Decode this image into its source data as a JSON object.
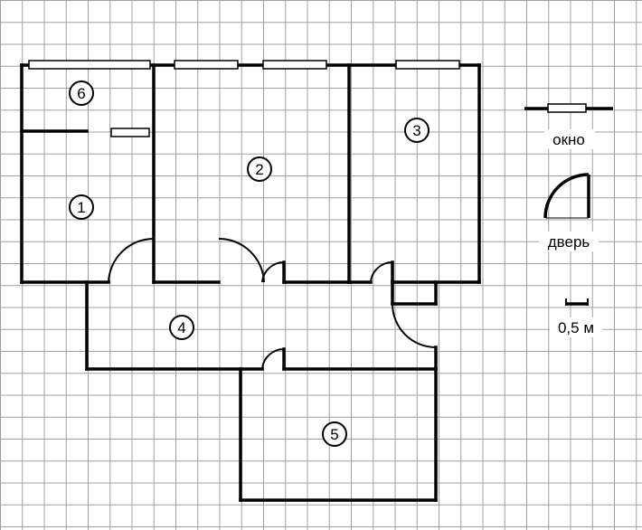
{
  "rooms": [
    {
      "number": "1"
    },
    {
      "number": "2"
    },
    {
      "number": "3"
    },
    {
      "number": "4"
    },
    {
      "number": "5"
    },
    {
      "number": "6"
    }
  ],
  "legend": {
    "window_label": "окно",
    "door_label": "дверь",
    "scale_label": "0,5 м"
  }
}
